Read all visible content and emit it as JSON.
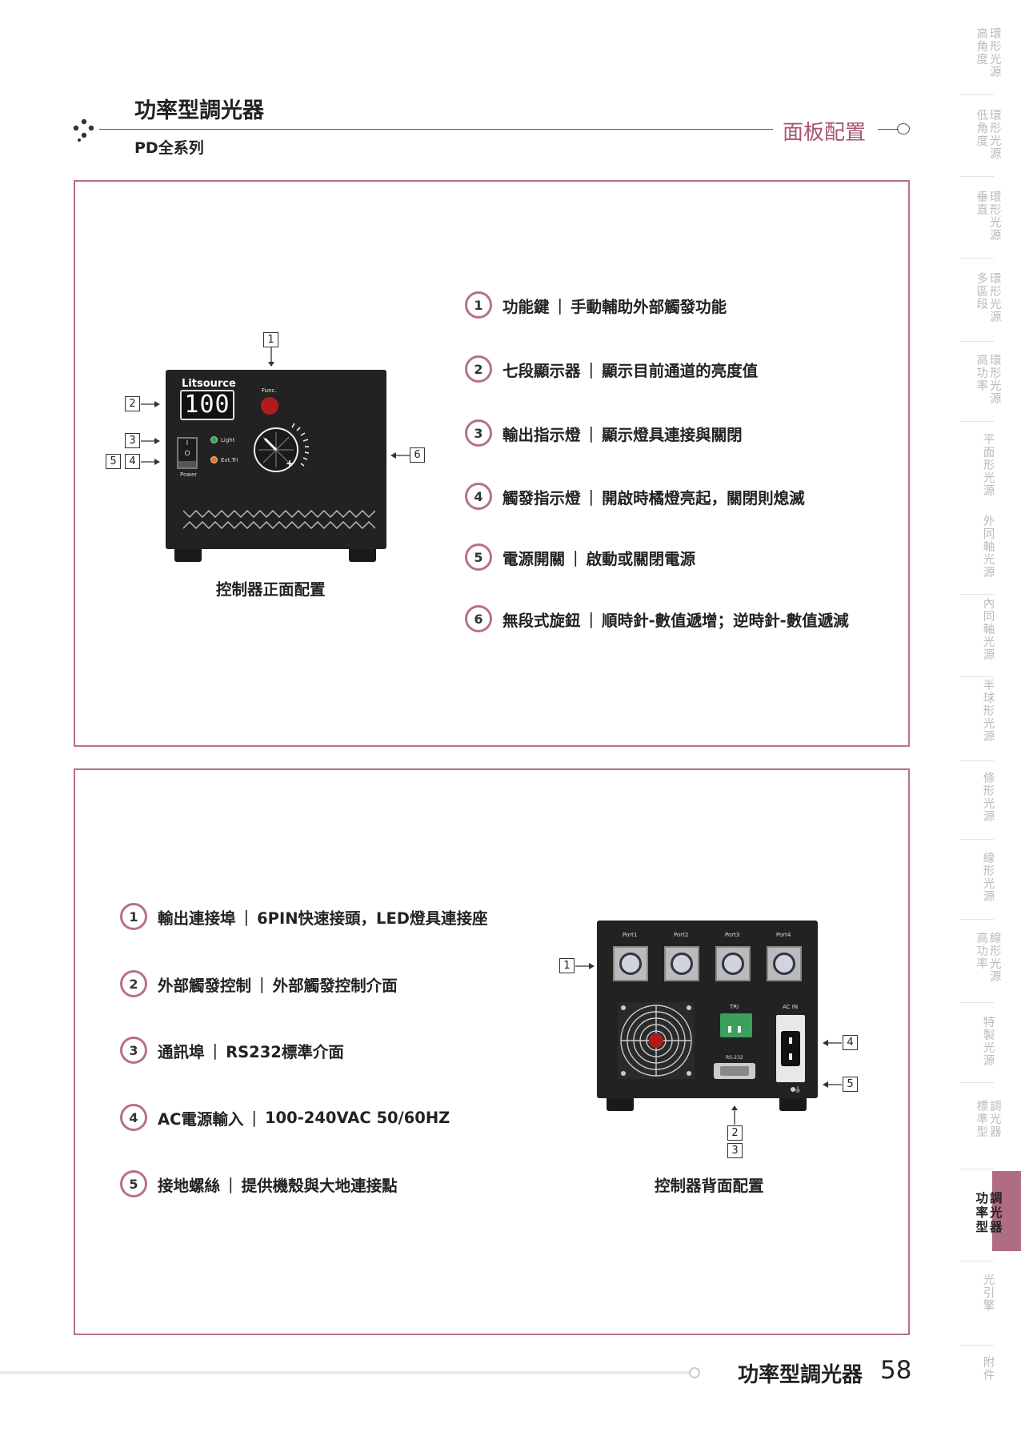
{
  "header": {
    "title": "功率型調光器",
    "subtitle": "PD全系列",
    "section": "面板配置"
  },
  "sidenav": {
    "items": [
      {
        "cols": [
          "環形光源",
          "高角度"
        ]
      },
      {
        "cols": [
          "環形光源",
          "低角度"
        ]
      },
      {
        "cols": [
          "環形光源",
          "垂直"
        ]
      },
      {
        "cols": [
          "環形光源",
          "多區段"
        ]
      },
      {
        "cols": [
          "環形光源",
          "高功率"
        ]
      },
      {
        "cols": [
          "平面形光源"
        ]
      },
      {
        "cols": [
          "外同軸光源"
        ]
      },
      {
        "cols": [
          "內同軸光源"
        ]
      },
      {
        "cols": [
          "半球形光源"
        ]
      },
      {
        "cols": [
          "條形光源"
        ]
      },
      {
        "cols": [
          "線形光源"
        ]
      },
      {
        "cols": [
          "線形光源",
          "高功率"
        ]
      },
      {
        "cols": [
          "特製光源"
        ]
      },
      {
        "cols": [
          "調光器",
          "標準型"
        ]
      },
      {
        "cols": [
          "調光器",
          "功率型"
        ],
        "active": true
      },
      {
        "cols": [
          "光引擎"
        ]
      },
      {
        "cols": [
          "附件"
        ]
      }
    ]
  },
  "front_panel": {
    "caption": "控制器正面配置",
    "device": {
      "brand": "Litsource",
      "display_value": "100",
      "func_label": "Func.",
      "light_label": "Light",
      "ext_label": "Ext.Tri",
      "power_label": "Power",
      "switch_on": "I",
      "switch_off": "O",
      "knob_plus": "+"
    },
    "markers": [
      "1",
      "2",
      "3",
      "4",
      "5",
      "6"
    ],
    "features": [
      {
        "num": "1",
        "name": "功能鍵",
        "desc": "手動輔助外部觸發功能"
      },
      {
        "num": "2",
        "name": "七段顯示器",
        "desc": "顯示目前通道的亮度值"
      },
      {
        "num": "3",
        "name": "輸出指示燈",
        "desc": "顯示燈具連接與關閉"
      },
      {
        "num": "4",
        "name": "觸發指示燈",
        "desc": "開啟時橘燈亮起，關閉則熄滅"
      },
      {
        "num": "5",
        "name": "電源開關",
        "desc": "啟動或關閉電源"
      },
      {
        "num": "6",
        "name": "無段式旋鈕",
        "desc": "順時針-數值遞增；逆時針-數值遞減"
      }
    ]
  },
  "back_panel": {
    "caption": "控制器背面配置",
    "device": {
      "ports": [
        "Port1",
        "Port2",
        "Port3",
        "Port4"
      ],
      "tri_label": "TRI",
      "rs_label": "RS-232",
      "ac_label": "AC IN"
    },
    "markers": [
      "1",
      "2",
      "3",
      "4",
      "5"
    ],
    "features": [
      {
        "num": "1",
        "name": "輸出連接埠",
        "desc": "6PIN快速接頭，LED燈具連接座"
      },
      {
        "num": "2",
        "name": "外部觸發控制",
        "desc": "外部觸發控制介面"
      },
      {
        "num": "3",
        "name": "通訊埠",
        "desc": "RS232標準介面"
      },
      {
        "num": "4",
        "name": "AC電源輸入",
        "desc": "100-240VAC   50/60HZ"
      },
      {
        "num": "5",
        "name": "接地螺絲",
        "desc": "提供機殼與大地連接點"
      }
    ]
  },
  "footer": {
    "title": "功率型調光器",
    "page": "58"
  },
  "colors": {
    "accent": "#b87088",
    "accent_text": "#a85570",
    "nav_tab": "#b06c80",
    "device_body": "#222222",
    "func_button": "#b01c1c",
    "light_led": "#3aa05a",
    "trigger_led": "#e8742c"
  }
}
